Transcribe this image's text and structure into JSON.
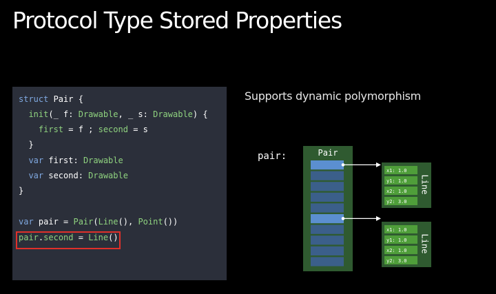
{
  "title": "Protocol Type Stored Properties",
  "subtitle": "Supports dynamic polymorphism",
  "code": [
    [
      {
        "t": "struct ",
        "c": "k"
      },
      {
        "t": "Pair {",
        "c": "w"
      }
    ],
    [
      {
        "t": "  init",
        "c": "g"
      },
      {
        "t": "(_ f: ",
        "c": "w"
      },
      {
        "t": "Drawable",
        "c": "g"
      },
      {
        "t": ", _ s: ",
        "c": "w"
      },
      {
        "t": "Drawable",
        "c": "g"
      },
      {
        "t": ") {",
        "c": "w"
      }
    ],
    [
      {
        "t": "    first",
        "c": "g"
      },
      {
        "t": " = f ; ",
        "c": "w"
      },
      {
        "t": "second",
        "c": "g"
      },
      {
        "t": " = s",
        "c": "w"
      }
    ],
    [
      {
        "t": "  }",
        "c": "w"
      }
    ],
    [
      {
        "t": "  var ",
        "c": "k"
      },
      {
        "t": "first: ",
        "c": "w"
      },
      {
        "t": "Drawable",
        "c": "g"
      }
    ],
    [
      {
        "t": "  var ",
        "c": "k"
      },
      {
        "t": "second: ",
        "c": "w"
      },
      {
        "t": "Drawable",
        "c": "g"
      }
    ],
    [
      {
        "t": "}",
        "c": "w"
      }
    ],
    [],
    [
      {
        "t": "var ",
        "c": "k"
      },
      {
        "t": "pair = ",
        "c": "w"
      },
      {
        "t": "Pair",
        "c": "g"
      },
      {
        "t": "(",
        "c": "w"
      },
      {
        "t": "Line",
        "c": "g"
      },
      {
        "t": "(), ",
        "c": "w"
      },
      {
        "t": "Point",
        "c": "g"
      },
      {
        "t": "())",
        "c": "w"
      }
    ],
    [
      {
        "t": "pair",
        "c": "g"
      },
      {
        "t": ".",
        "c": "w"
      },
      {
        "t": "second",
        "c": "g"
      },
      {
        "t": " = ",
        "c": "w"
      },
      {
        "t": "Line",
        "c": "g"
      },
      {
        "t": "()",
        "c": "w"
      }
    ]
  ],
  "diagram": {
    "var_label": "pair:",
    "container_label": "Pair",
    "objects": [
      {
        "label": "Line",
        "fields": [
          "x1: 1.0",
          "y1: 1.0",
          "x2: 1.0",
          "y2: 3.0"
        ]
      },
      {
        "label": "Line",
        "fields": [
          "x1: 1.0",
          "y1: 1.0",
          "x2: 1.0",
          "y2: 3.0"
        ]
      }
    ]
  },
  "colors": {
    "background": "#000000",
    "code_bg": "#2b2f3a",
    "keyword": "#7fa8e0",
    "identifier": "#8fd27f",
    "highlight": "#e0302a",
    "container_fill": "#2f5a30",
    "cell_dark": "#3b5f8a",
    "cell_light": "#5b8fd0",
    "field_fill": "#4f9e3a"
  }
}
